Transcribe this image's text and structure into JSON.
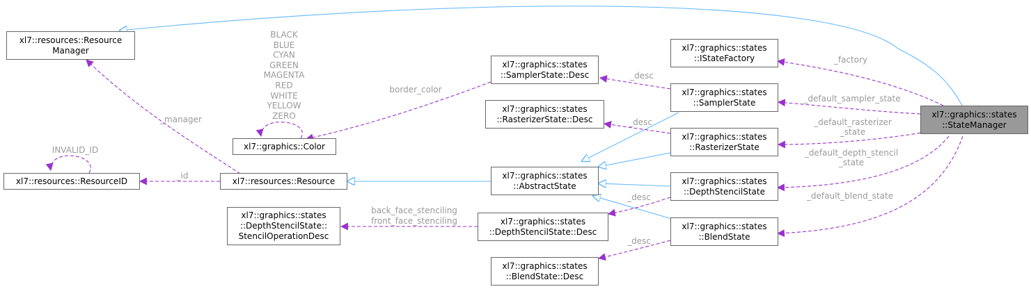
{
  "nodes": {
    "resource_manager": [
      "xl7::resources::Resource",
      "Manager"
    ],
    "resource_id": [
      "xl7::resources::ResourceID"
    ],
    "resource": [
      "xl7::resources::Resource"
    ],
    "color": [
      "xl7::graphics::Color"
    ],
    "sampler_desc": [
      "xl7::graphics::states",
      "::SamplerState::Desc"
    ],
    "rasterizer_desc": [
      "xl7::graphics::states",
      "::RasterizerState::Desc"
    ],
    "abstract_state": [
      "xl7::graphics::states",
      "::AbstractState"
    ],
    "stencil_op_desc": [
      "xl7::graphics::states",
      "::DepthStencilState::",
      "StencilOperationDesc"
    ],
    "depth_stencil_desc": [
      "xl7::graphics::states",
      "::DepthStencilState::Desc"
    ],
    "blend_desc": [
      "xl7::graphics::states",
      "::BlendState::Desc"
    ],
    "istate_factory": [
      "xl7::graphics::states",
      "::IStateFactory"
    ],
    "sampler_state": [
      "xl7::graphics::states",
      "::SamplerState"
    ],
    "rasterizer_state": [
      "xl7::graphics::states",
      "::RasterizerState"
    ],
    "depth_stencil_state": [
      "xl7::graphics::states",
      "::DepthStencilState"
    ],
    "blend_state": [
      "xl7::graphics::states",
      "::BlendState"
    ],
    "state_manager": [
      "xl7::graphics::states",
      "::StateManager"
    ]
  },
  "labels": {
    "color_values": [
      "BLACK",
      "BLUE",
      "CYAN",
      "GREEN",
      "MAGENTA",
      "RED",
      "WHITE",
      "YELLOW",
      "ZERO"
    ],
    "invalid_id": [
      "INVALID_ID"
    ],
    "manager": [
      "_manager"
    ],
    "id": [
      "_id"
    ],
    "border_color": [
      "border_color"
    ],
    "sampler_desc_edge": [
      "_desc"
    ],
    "rasterizer_desc_edge": [
      "_desc"
    ],
    "depth_stencil_desc_edge": [
      "_desc"
    ],
    "blend_desc_edge": [
      "_desc"
    ],
    "stenciling": [
      "back_face_stenciling",
      "front_face_stenciling"
    ],
    "factory": [
      "_factory"
    ],
    "default_sampler_state": [
      "_default_sampler_state"
    ],
    "default_rasterizer_state": [
      "_default_rasterizer",
      "_state"
    ],
    "default_depth_stencil_state": [
      "_default_depth_stencil",
      "_state"
    ],
    "default_blend_state": [
      "_default_blend_state"
    ]
  },
  "colors": {
    "inheritance": "#63b8ff",
    "usage": "#9a32cd",
    "label": "#9a9a9a",
    "highlight": "#999999",
    "border": "#666666"
  }
}
